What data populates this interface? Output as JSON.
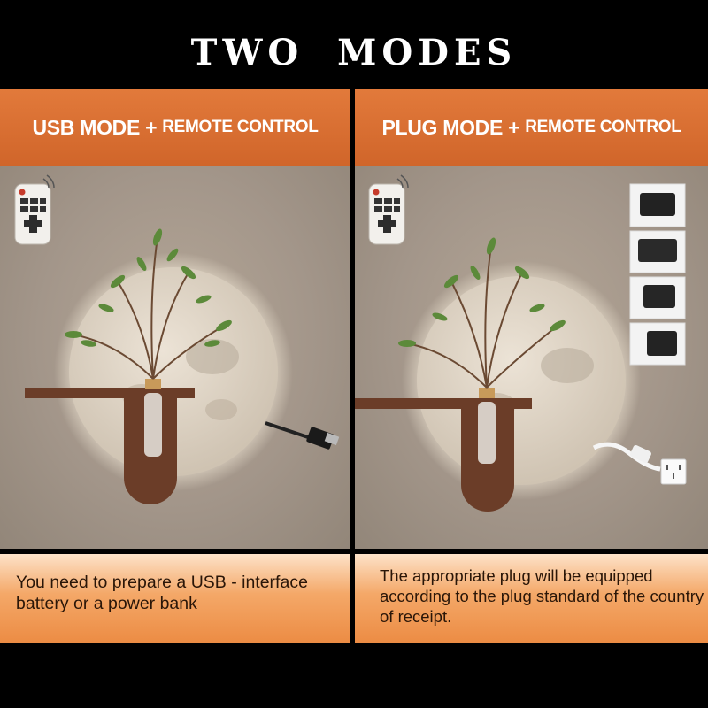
{
  "page_title": "TWO MODES",
  "left": {
    "header_main": "USB MODE +",
    "header_small": "REMOTE CONTROL",
    "note": "You need to prepare a USB - interface battery or a power bank"
  },
  "right": {
    "header_main": "PLUG MODE +",
    "header_small": "REMOTE CONTROL",
    "note": "The appropriate plug will be equipped according to the plug standard of the country of receipt."
  },
  "colors": {
    "header_orange": "#e27a3b",
    "info_orange": "#f4a868",
    "wood_brown": "#6b3d28",
    "moon_glow": "#f3e6cf"
  },
  "icons": [
    "remote-control-icon",
    "usb-cable-icon",
    "power-adapter-icon",
    "wall-socket-icon",
    "moon-lamp-icon"
  ]
}
